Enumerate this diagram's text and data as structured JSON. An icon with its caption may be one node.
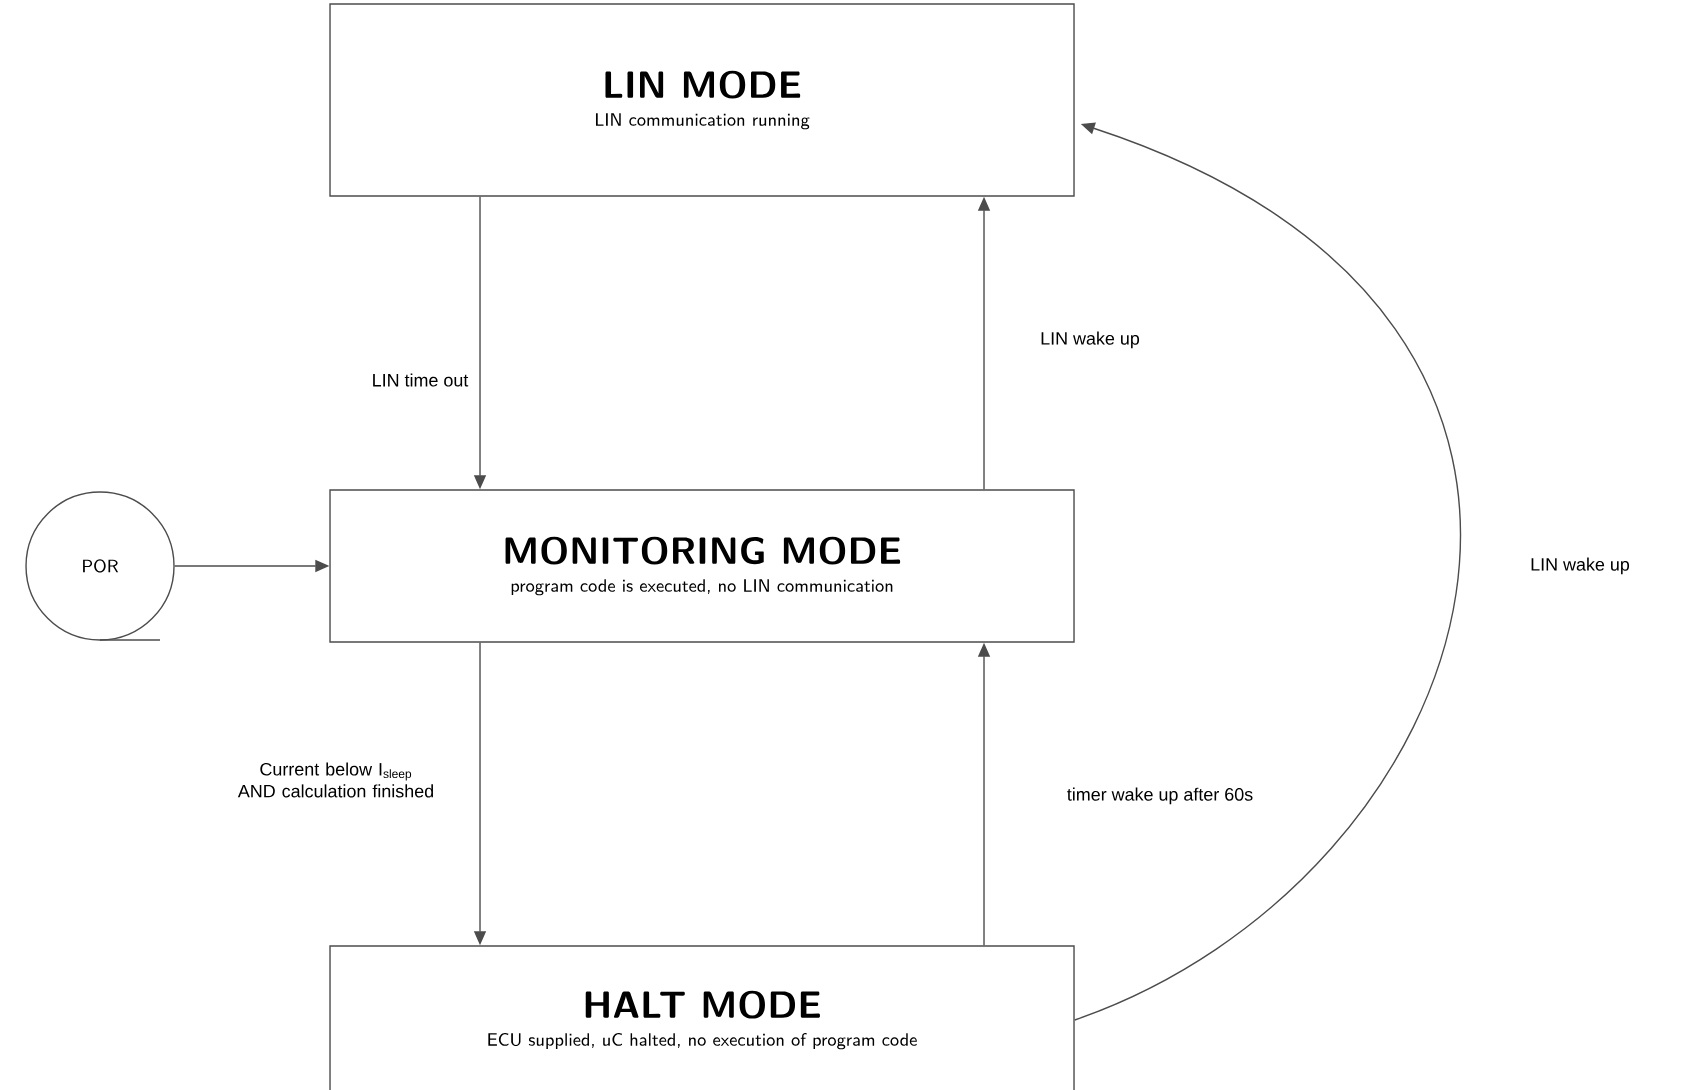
{
  "diagram": {
    "nodes": [
      {
        "text": [
          "LIN MODE",
          "LIN communication running"
        ]
      },
      {
        "text": [
          "MONITORING MODE",
          "program code is executed, no LIN communication"
        ]
      },
      {
        "text": [
          "HALT MODE",
          "ECU supplied, uC halted, no execution of program code"
        ]
      },
      {
        "text": [
          "POR"
        ]
      }
    ],
    "edges": [
      {
        "from": 0,
        "to": 1,
        "arrow": "to",
        "label": "LIN time out"
      },
      {
        "from": 1,
        "to": 0,
        "arrow": "to",
        "label": "LIN wake up"
      },
      {
        "from": 3,
        "to": 1,
        "arrow": "to"
      },
      {
        "from": 1,
        "to": 2,
        "arrow": "to",
        "label": "Current below I$_{sleep}$ AND calculation finished"
      },
      {
        "from": 2,
        "to": 1,
        "arrow": "to",
        "label": "timer wake up after 60s"
      },
      {
        "from": 2,
        "to": 0,
        "arrow": "to",
        "label": "LIN wake up"
      }
    ]
  }
}
